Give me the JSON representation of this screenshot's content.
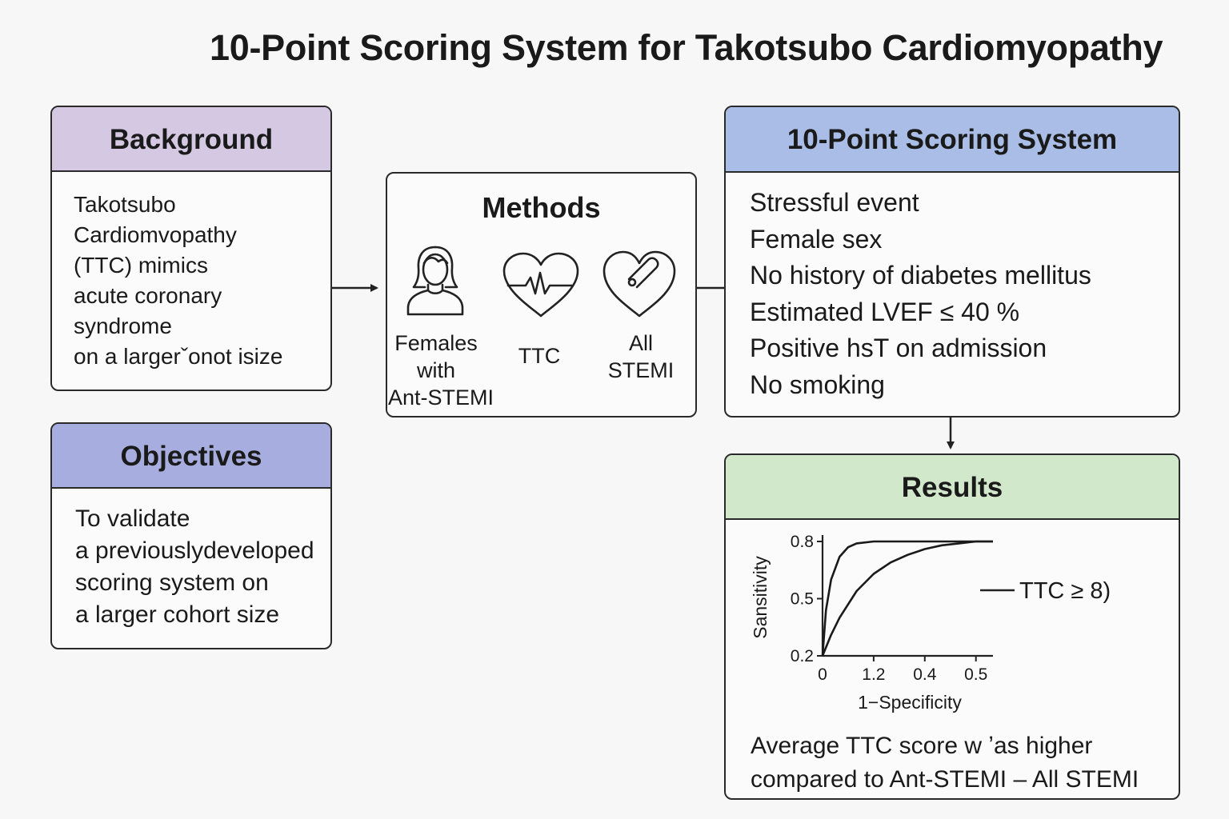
{
  "title": "10-Point Scoring System for Takotsubo Cardiomyopathy",
  "background": {
    "heading": "Background",
    "lines": [
      "Takotsubo",
      "Cardiomvopathy",
      "(TTC) mimics",
      "acute coronary",
      "syndrome",
      "on a largerˇonot isize"
    ]
  },
  "objectives": {
    "heading": "Objectives",
    "lines": [
      "To validate",
      "a previouslydeveloped",
      "scoring system on",
      "a larger cohort size"
    ]
  },
  "methods": {
    "heading": "Methods",
    "groups": [
      {
        "icon": "female-person-icon",
        "lines": [
          "Females",
          "with",
          "Ant-STEMI"
        ]
      },
      {
        "icon": "heart-ecg-icon",
        "lines": [
          "TTC"
        ]
      },
      {
        "icon": "heart-icon",
        "lines": [
          "All",
          "STEMI"
        ]
      }
    ]
  },
  "scoring": {
    "heading": "10-Point Scoring System",
    "items": [
      "Stressful event",
      "Female sex",
      "No history  of diabetes mellitus",
      "Estimated LVEF ≤ 40 %",
      "Positive hsT on admission",
      "No smoking"
    ]
  },
  "results": {
    "heading": "Results",
    "summary_lines": [
      "Average TTC score w ʼas  higher",
      "compared to Ant-STEMI – All STEMI"
    ]
  },
  "chart_data": {
    "type": "line",
    "title": "",
    "xlabel": "1−Specificity",
    "ylabel": "Sansitivity",
    "x_ticks": [
      "0",
      "1.2",
      "0.4",
      "0.5"
    ],
    "y_ticks": [
      "0.8",
      "0.5",
      "0.2"
    ],
    "legend": "TTC ≥ 8)",
    "legend_position": "right",
    "grid": false,
    "series": [
      {
        "x": [
          0,
          0.02,
          0.05,
          0.1,
          0.15,
          0.2,
          0.3,
          0.4,
          0.5,
          0.6,
          0.8,
          1.0
        ],
        "y": [
          0.2,
          0.44,
          0.6,
          0.72,
          0.77,
          0.79,
          0.8,
          0.8,
          0.8,
          0.8,
          0.8,
          0.8
        ]
      },
      {
        "x": [
          0,
          0.05,
          0.1,
          0.2,
          0.3,
          0.4,
          0.5,
          0.6,
          0.7,
          0.8,
          0.9,
          1.0
        ],
        "y": [
          0.2,
          0.31,
          0.4,
          0.54,
          0.63,
          0.69,
          0.73,
          0.76,
          0.78,
          0.79,
          0.8,
          0.8
        ]
      }
    ]
  }
}
